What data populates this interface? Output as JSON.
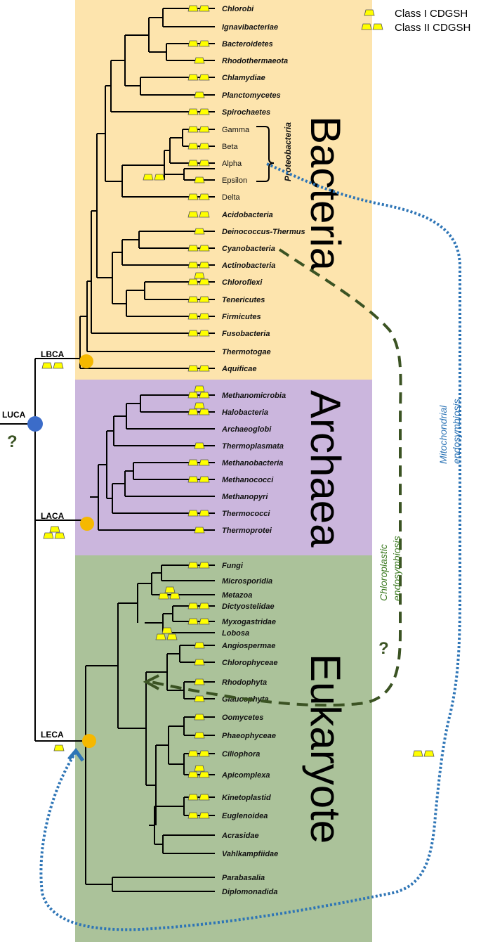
{
  "domains": [
    {
      "name": "Bacteria",
      "color": "#fde4ad"
    },
    {
      "name": "Archaea",
      "color": "#cbb6dd"
    },
    {
      "name": "Eukaryote",
      "color": "#abc29a"
    }
  ],
  "legend": {
    "class1": "Class I CDGSH",
    "class2": "Class II CDGSH"
  },
  "nodes": {
    "luca": "LUCA",
    "lbca": "LBCA",
    "laca": "LACA",
    "leca": "LECA",
    "question": "?"
  },
  "proteobacteria_label": "Proteobacteria",
  "endosymbiosis": {
    "mito_line1": "Mitochondrial",
    "mito_line2": "endosymbiosis",
    "chloro_line1": "Chloroplastic",
    "chloro_line2": "endosymbiosis",
    "question": "?"
  },
  "colors": {
    "branch": "#000000",
    "class_symbol_fill": "#ffff00",
    "class_symbol_stroke": "#555555",
    "ancestor_node": "#f5b800",
    "luca_node": "#3b6cc9",
    "mito_line": "#2e75b6",
    "chloro_line": "#3b5323"
  },
  "taxa": {
    "bacteria": [
      {
        "name": "Chlorobi",
        "style": "italic",
        "symbols": "II"
      },
      {
        "name": "Ignavibacteriae",
        "style": "italic",
        "symbols": ""
      },
      {
        "name": "Bacteroidetes",
        "style": "italic",
        "symbols": "II"
      },
      {
        "name": "Rhodothermaeota",
        "style": "italic",
        "symbols": "I"
      },
      {
        "name": "Chlamydiae",
        "style": "italic",
        "symbols": "II"
      },
      {
        "name": "Planctomycetes",
        "style": "italic",
        "symbols": "I"
      },
      {
        "name": "Spirochaetes",
        "style": "italic",
        "symbols": "II"
      },
      {
        "name": "Gamma",
        "style": "plain",
        "symbols": "II"
      },
      {
        "name": "Beta",
        "style": "plain",
        "symbols": "II"
      },
      {
        "name": "Alpha",
        "style": "plain",
        "symbols": "II"
      },
      {
        "name": "Epsilon",
        "style": "plain",
        "symbols": "I"
      },
      {
        "name": "Delta",
        "style": "plain",
        "symbols": "II"
      },
      {
        "name": "Acidobacteria",
        "style": "italic",
        "symbols": "II"
      },
      {
        "name": "Deinococcus-Thermus",
        "style": "italic",
        "symbols": "I"
      },
      {
        "name": "Cyanobacteria",
        "style": "italic",
        "symbols": "II"
      },
      {
        "name": "Actinobacteria",
        "style": "italic",
        "symbols": "II"
      },
      {
        "name": "Chloroflexi",
        "style": "italic",
        "symbols": "I+II"
      },
      {
        "name": "Tenericutes",
        "style": "italic",
        "symbols": "II"
      },
      {
        "name": "Firmicutes",
        "style": "italic",
        "symbols": "II"
      },
      {
        "name": "Fusobacteria",
        "style": "italic",
        "symbols": "II"
      },
      {
        "name": "Thermotogae",
        "style": "italic",
        "symbols": ""
      },
      {
        "name": "Aquificae",
        "style": "italic",
        "symbols": "II"
      }
    ],
    "archaea": [
      {
        "name": "Methanomicrobia",
        "style": "italic",
        "symbols": "I+II"
      },
      {
        "name": "Halobacteria",
        "style": "italic",
        "symbols": "I+II"
      },
      {
        "name": "Archaeoglobi",
        "style": "italic",
        "symbols": ""
      },
      {
        "name": "Thermoplasmata",
        "style": "italic",
        "symbols": "I"
      },
      {
        "name": "Methanobacteria",
        "style": "italic",
        "symbols": "II"
      },
      {
        "name": "Methanococci",
        "style": "italic",
        "symbols": "II"
      },
      {
        "name": "Methanopyri",
        "style": "italic",
        "symbols": ""
      },
      {
        "name": "Thermococci",
        "style": "italic",
        "symbols": "II"
      },
      {
        "name": "Thermoprotei",
        "style": "italic",
        "symbols": "I"
      }
    ],
    "eukaryote": [
      {
        "name": "Fungi",
        "style": "italic",
        "symbols": "II"
      },
      {
        "name": "Microsporidia",
        "style": "italic",
        "symbols": ""
      },
      {
        "name": "Metazoa",
        "style": "italic",
        "symbols": ""
      },
      {
        "name": "Dictyostelidae",
        "style": "italic",
        "symbols": "II"
      },
      {
        "name": "Myxogastridae",
        "style": "italic",
        "symbols": "II"
      },
      {
        "name": "Lobosa",
        "style": "italic",
        "symbols": ""
      },
      {
        "name": "Angiospermae",
        "style": "italic",
        "symbols": "I"
      },
      {
        "name": "Chlorophyceae",
        "style": "italic",
        "symbols": "I"
      },
      {
        "name": "Rhodophyta",
        "style": "italic",
        "symbols": "I"
      },
      {
        "name": "Glaucophyta",
        "style": "italic",
        "symbols": "I"
      },
      {
        "name": "Oomycetes",
        "style": "italic",
        "symbols": "I"
      },
      {
        "name": "Phaeophyceae",
        "style": "italic",
        "symbols": "I"
      },
      {
        "name": "Ciliophora",
        "style": "italic",
        "symbols": "II"
      },
      {
        "name": "Apicomplexa",
        "style": "italic",
        "symbols": "I+II"
      },
      {
        "name": "Kinetoplastid",
        "style": "italic",
        "symbols": "II"
      },
      {
        "name": "Euglenoidea",
        "style": "italic",
        "symbols": "II"
      },
      {
        "name": "Acrasidae",
        "style": "italic",
        "symbols": ""
      },
      {
        "name": "Vahlkampfiidae",
        "style": "italic",
        "symbols": ""
      },
      {
        "name": "Parabasalia",
        "style": "italic",
        "symbols": ""
      },
      {
        "name": "Diplomonadida",
        "style": "italic",
        "symbols": ""
      }
    ]
  }
}
